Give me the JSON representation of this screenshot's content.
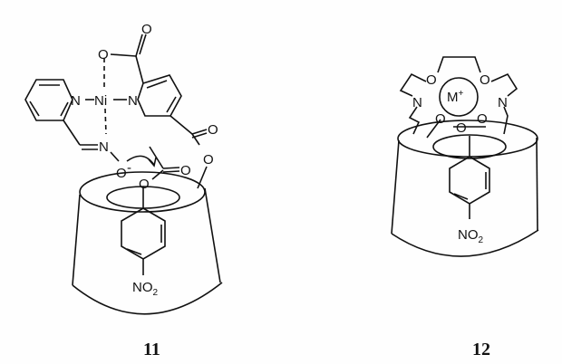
{
  "compounds": [
    {
      "label": "11",
      "atoms": {
        "metal": "Ni",
        "n_left": "N",
        "n_right": "N",
        "n_imine": "N",
        "o_top": "O",
        "o_top_carbonyl": "O",
        "o_ester_carbonyl": "O",
        "o_ester": "O",
        "o_anion": "O",
        "o_anion_charge": "-",
        "o_acetyl": "O",
        "o_guest": "O",
        "nitro": "NO",
        "nitro_sub": "2"
      }
    },
    {
      "label": "12",
      "atoms": {
        "metal": "M",
        "metal_charge": "+",
        "o_left": "O",
        "o_right": "O",
        "n_left": "N",
        "n_right": "N",
        "o_rim1": "O",
        "o_rim2": "O",
        "o_rim3": "O",
        "nitro": "NO",
        "nitro_sub": "2"
      }
    }
  ]
}
